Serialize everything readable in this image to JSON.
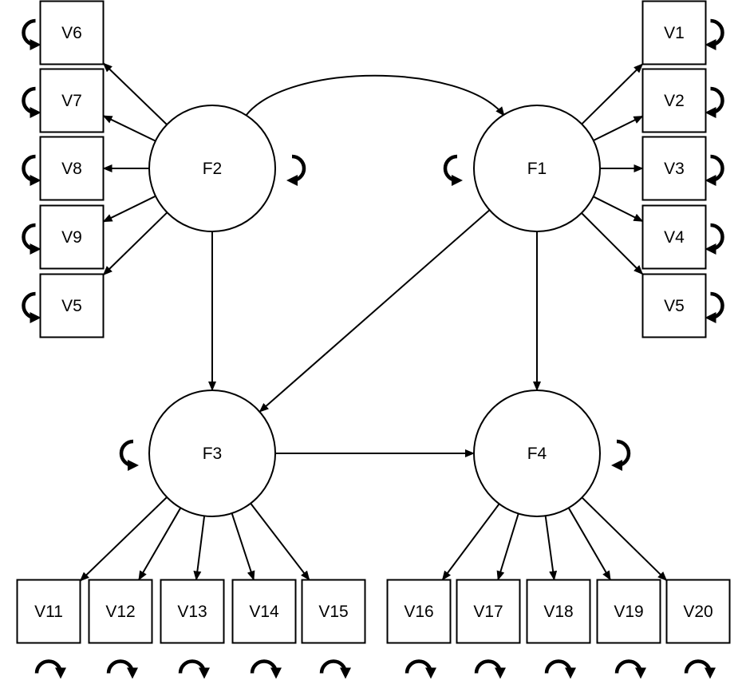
{
  "factors": [
    {
      "id": "F1",
      "label": "F1"
    },
    {
      "id": "F2",
      "label": "F2"
    },
    {
      "id": "F3",
      "label": "F3"
    },
    {
      "id": "F4",
      "label": "F4"
    }
  ],
  "indicators": [
    {
      "id": "V6",
      "label": "V6",
      "factor": "F2"
    },
    {
      "id": "V7",
      "label": "V7",
      "factor": "F2"
    },
    {
      "id": "V8",
      "label": "V8",
      "factor": "F2"
    },
    {
      "id": "V9",
      "label": "V9",
      "factor": "F2"
    },
    {
      "id": "V5a",
      "label": "V5",
      "factor": "F2"
    },
    {
      "id": "V1",
      "label": "V1",
      "factor": "F1"
    },
    {
      "id": "V2",
      "label": "V2",
      "factor": "F1"
    },
    {
      "id": "V3",
      "label": "V3",
      "factor": "F1"
    },
    {
      "id": "V4",
      "label": "V4",
      "factor": "F1"
    },
    {
      "id": "V5b",
      "label": "V5",
      "factor": "F1"
    },
    {
      "id": "V11",
      "label": "V11",
      "factor": "F3"
    },
    {
      "id": "V12",
      "label": "V12",
      "factor": "F3"
    },
    {
      "id": "V13",
      "label": "V13",
      "factor": "F3"
    },
    {
      "id": "V14",
      "label": "V14",
      "factor": "F3"
    },
    {
      "id": "V15",
      "label": "V15",
      "factor": "F3"
    },
    {
      "id": "V16",
      "label": "V16",
      "factor": "F4"
    },
    {
      "id": "V17",
      "label": "V17",
      "factor": "F4"
    },
    {
      "id": "V18",
      "label": "V18",
      "factor": "F4"
    },
    {
      "id": "V19",
      "label": "V19",
      "factor": "F4"
    },
    {
      "id": "V20",
      "label": "V20",
      "factor": "F4"
    }
  ],
  "structural_paths": [
    {
      "from": "F2",
      "to": "F3"
    },
    {
      "from": "F1",
      "to": "F3"
    },
    {
      "from": "F1",
      "to": "F4"
    },
    {
      "from": "F3",
      "to": "F4"
    }
  ],
  "covariances": [
    {
      "between": [
        "F2",
        "F1"
      ]
    }
  ],
  "colors": {
    "stroke": "#000000",
    "fill": "#ffffff"
  }
}
